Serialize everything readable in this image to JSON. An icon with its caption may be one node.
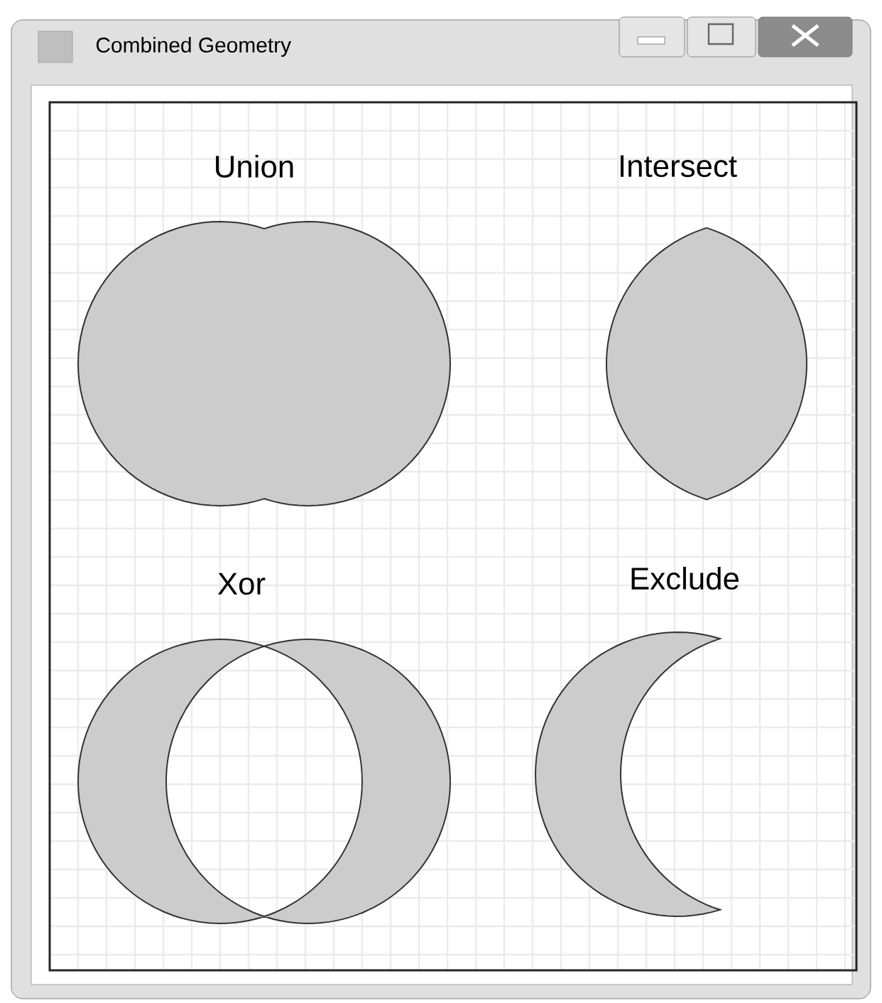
{
  "diagram": {
    "title": "Combined Geometry",
    "labels": [
      "Union",
      "Intersect",
      "Xor",
      "Exclude"
    ]
  }
}
